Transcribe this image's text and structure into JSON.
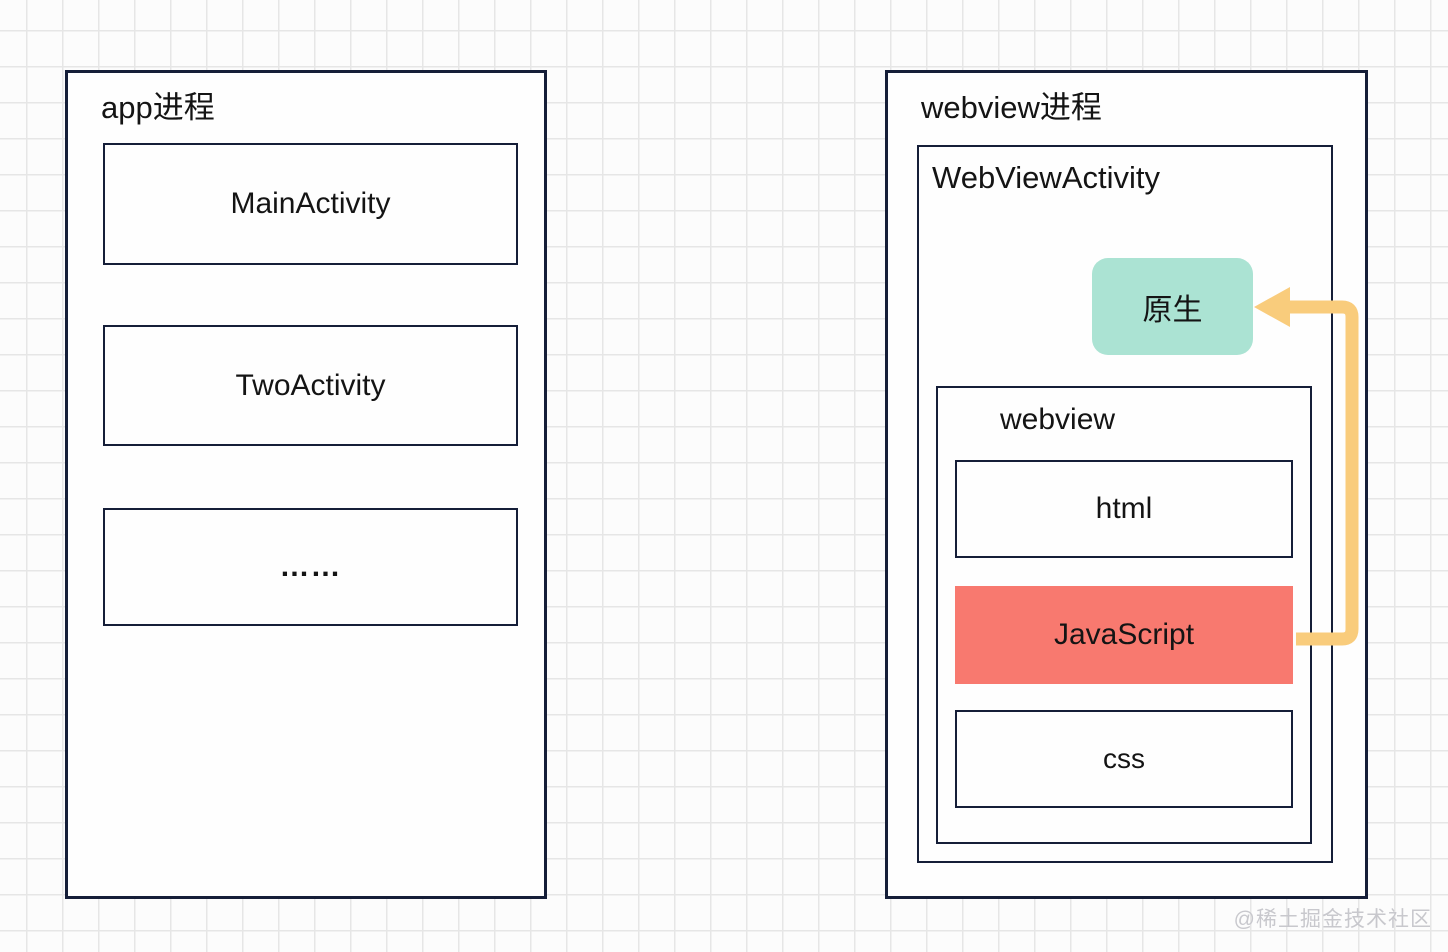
{
  "page": {
    "background_color": "#fcfcfc",
    "grid_line_color": "#e6e6e6",
    "box_border_color": "#151e38",
    "text_color": "#141414"
  },
  "app_process": {
    "title": "app进程",
    "activities": [
      {
        "label": "MainActivity"
      },
      {
        "label": "TwoActivity"
      },
      {
        "label": "……"
      }
    ]
  },
  "webview_process": {
    "title": "webview进程",
    "webview_activity": {
      "title": "WebViewActivity",
      "native_box": {
        "label": "原生",
        "fill": "#abe3d3"
      },
      "webview": {
        "title": "webview",
        "layers": [
          {
            "label": "html",
            "style": "outlined"
          },
          {
            "label": "JavaScript",
            "style": "filled",
            "fill": "#f8796f"
          },
          {
            "label": "css",
            "style": "outlined"
          }
        ]
      }
    }
  },
  "arrow": {
    "from": "JavaScript",
    "to": "原生",
    "color": "#f9cc7c"
  },
  "watermark": {
    "text": "@稀土掘金技术社区",
    "color": "#c8c8cd"
  }
}
